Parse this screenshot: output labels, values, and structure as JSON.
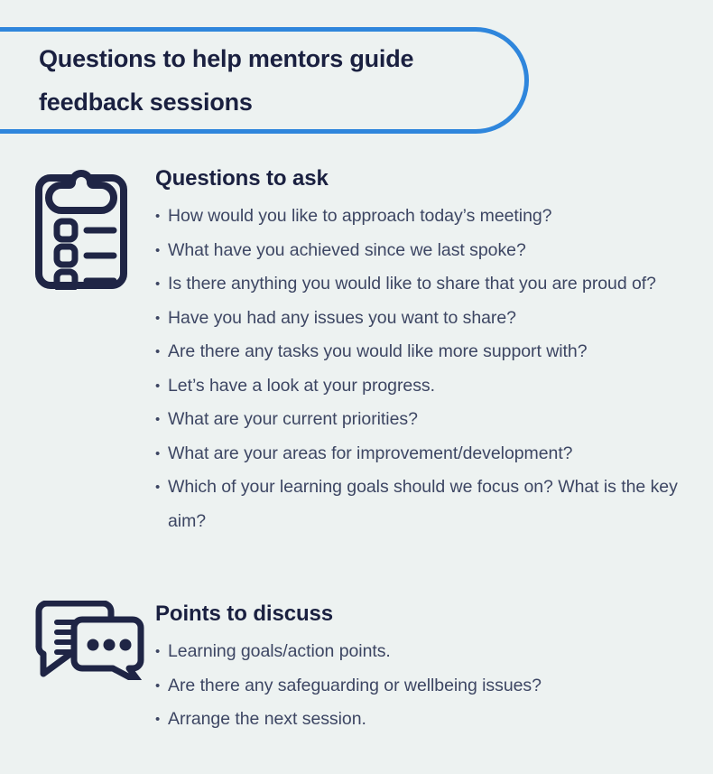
{
  "page": {
    "background_color": "#edf2f1",
    "accent_color": "#2f86dc",
    "heading_color": "#1a2040",
    "body_color": "#3d4663"
  },
  "header": {
    "title": "Questions to help mentors guide\nfeedback sessions"
  },
  "sections": [
    {
      "icon": "clipboard-checklist-icon",
      "heading": "Questions to ask",
      "items": [
        "How would you like to approach today’s meeting?",
        "What have you achieved since we last spoke?",
        "Is there anything you would like to share that you are proud of?",
        "Have you had any issues you want to share?",
        "Are there any tasks you would like more support with?",
        "Let’s have a look at your progress.",
        "What are your current priorities?",
        "What are your areas for improvement/development?",
        "Which of your learning goals should we focus on? What is the key aim?"
      ]
    },
    {
      "icon": "speech-bubbles-icon",
      "heading": "Points to discuss",
      "items": [
        "Learning goals/action points.",
        "Are there any safeguarding or wellbeing issues?",
        "Arrange the next session."
      ]
    }
  ]
}
